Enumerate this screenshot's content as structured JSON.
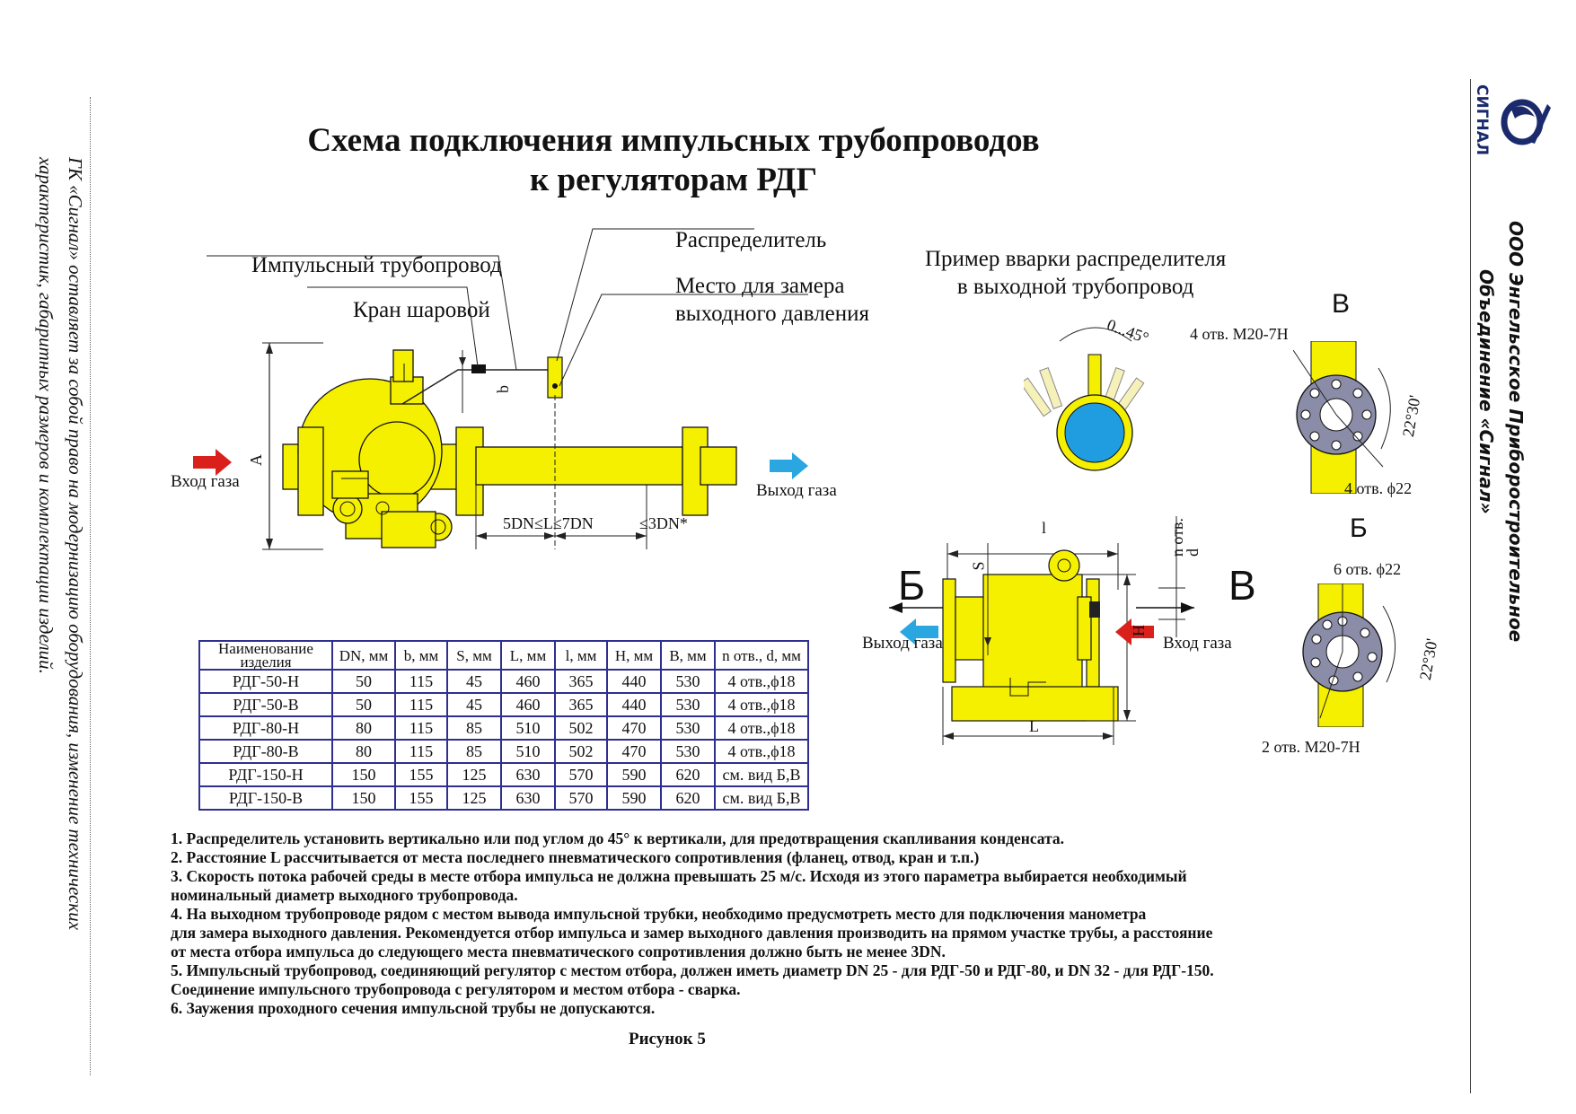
{
  "title_line1": "Схема подключения импульсных трубопроводов",
  "title_line2": "к регуляторам РДГ",
  "side_left_line1": "ГК «Сигнал» оставляет за собой право на модернизацию оборудования, изменение технических",
  "side_left_line2": "характеристик, габаритных размеров и комплектации изделий.",
  "side_right_line1": "ООО Энгельсское Приборостроительное",
  "side_right_line2": "Объединение «Сигнал»",
  "logo_text": "СИГНАЛ",
  "labels": {
    "impulse_pipe": "Импульсный трубопровод",
    "ball_valve": "Кран шаровой",
    "distributor": "Распределитель",
    "measure_place_1": "Место для замера",
    "measure_place_2": "выходного давления",
    "gas_in": "Вход газа",
    "gas_out": "Выход газа",
    "dim_a": "А",
    "dim_b": "b",
    "dim_l_range": "5DN≤L≤7DN",
    "dim_3dn": "≤3DN*",
    "weld_example_1": "Пример вварки распределителя",
    "weld_example_2": "в выходной трубопровод",
    "angle_range": "0...45°",
    "view_v": "В",
    "view_b": "Б",
    "holes_m20_4": "4 отв. М20-7Н",
    "holes_d22_4": "4 отв. ϕ22",
    "angle_22_30": "22°30'",
    "holes_d22_6": "6 отв. ϕ22",
    "holes_m20_2": "2 отв. М20-7Н",
    "dim_l_small": "l",
    "dim_l_big": "L",
    "dim_s": "S",
    "dim_h": "H",
    "dim_n_holes": "n отв.",
    "dim_d": "d"
  },
  "table": {
    "headers": [
      "Наименование изделия",
      "DN, мм",
      "b, мм",
      "S, мм",
      "L, мм",
      "l, мм",
      "H, мм",
      "B, мм",
      "n отв., d, мм"
    ],
    "rows": [
      [
        "РДГ-50-Н",
        "50",
        "115",
        "45",
        "460",
        "365",
        "440",
        "530",
        "4 отв.,ϕ18"
      ],
      [
        "РДГ-50-В",
        "50",
        "115",
        "45",
        "460",
        "365",
        "440",
        "530",
        "4 отв.,ϕ18"
      ],
      [
        "РДГ-80-Н",
        "80",
        "115",
        "85",
        "510",
        "502",
        "470",
        "530",
        "4 отв.,ϕ18"
      ],
      [
        "РДГ-80-В",
        "80",
        "115",
        "85",
        "510",
        "502",
        "470",
        "530",
        "4 отв.,ϕ18"
      ],
      [
        "РДГ-150-Н",
        "150",
        "155",
        "125",
        "630",
        "570",
        "590",
        "620",
        "см. вид Б,В"
      ],
      [
        "РДГ-150-В",
        "150",
        "155",
        "125",
        "630",
        "570",
        "590",
        "620",
        "см. вид Б,В"
      ]
    ]
  },
  "notes": [
    "1. Распределитель  установить вертикально или под углом до 45°  к вертикали, для предотвращения скапливания конденсата.",
    "2. Расстояние L рассчитывается от места последнего пневматического сопротивления (фланец, отвод, кран и т.п.)",
    "3. Скорость потока рабочей среды в месте отбора импульса не должна превышать 25 м/с. Исходя из этого параметра выбирается необходимый",
    "номинальный диаметр выходного трубопровода.",
    "4. На выходном трубопроводе рядом с местом вывода импульсной трубки, необходимо предусмотреть место для подключения манометра",
    "для замера выходного давления. Рекомендуется отбор импульса и замер выходного давления производить на прямом участке трубы, а расстояние",
    "от места отбора импульса до следующего места пневматического сопротивления должно быть не менее 3DN.",
    "5. Импульсный трубопровод, соединяющий регулятор с местом отбора, должен иметь диаметр DN 25 - для РДГ-50 и РДГ-80, и DN 32 - для РДГ-150.",
    "Соединение импульсного трубопровода с регулятором и местом отбора - сварка.",
    "6. Заужения проходного сечения импульсной трубы не допускаются."
  ],
  "caption": "Рисунок 5",
  "colors": {
    "yellow": "#f5ef00",
    "arrow_red": "#d9201b",
    "arrow_blue": "#2aa7e0",
    "pipe_blue": "#1f9de0",
    "table_border": "#2f2f8f",
    "flange_gray": "#8b8ca8"
  }
}
